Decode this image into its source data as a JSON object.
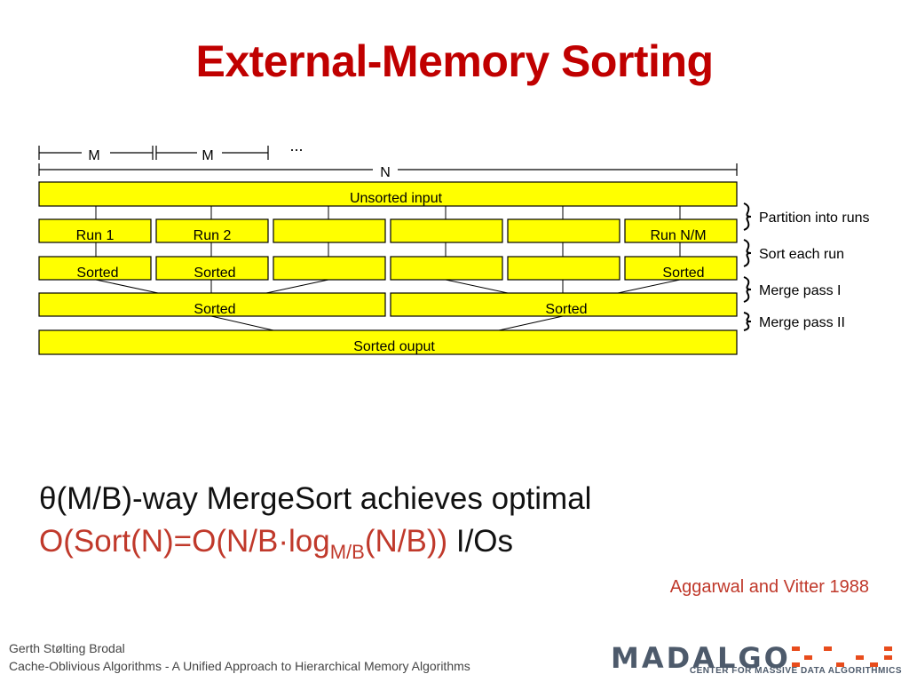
{
  "slide": {
    "title": "External-Memory Sorting"
  },
  "diagram": {
    "dim_m1": "M",
    "dim_m2": "M",
    "dim_ellipsis": "...",
    "dim_n": "N",
    "unsorted": "Unsorted input",
    "run1": "Run 1",
    "run2": "Run 2",
    "run_last": "Run N/M",
    "sorted_run1": "Sorted",
    "sorted_run2": "Sorted",
    "sorted_run_last": "Sorted",
    "merge_left": "Sorted",
    "merge_right": "Sorted",
    "output": "Sorted ouput",
    "step_partition": "Partition into runs",
    "step_sort": "Sort each run",
    "step_merge1": "Merge pass I",
    "step_merge2": "Merge pass II",
    "box_fill": "#ffff00"
  },
  "statement": {
    "line1": "θ(M/B)-way MergeSort achieves optimal",
    "line2_red_a": "O(Sort(N)=O(N/B·log",
    "line2_sub": "M/B",
    "line2_red_b": "(N/B))",
    "line2_tail": " I/Os"
  },
  "citation": "Aggarwal and Vitter 1988",
  "footer": {
    "author": "Gerth Stølting Brodal",
    "course": "Cache-Oblivious Algorithms - A Unified Approach to Hierarchical Memory Algorithms"
  },
  "logo": {
    "word": "MADALGO",
    "tagline": "CENTER FOR MASSIVE DATA ALGORITHMICS"
  }
}
